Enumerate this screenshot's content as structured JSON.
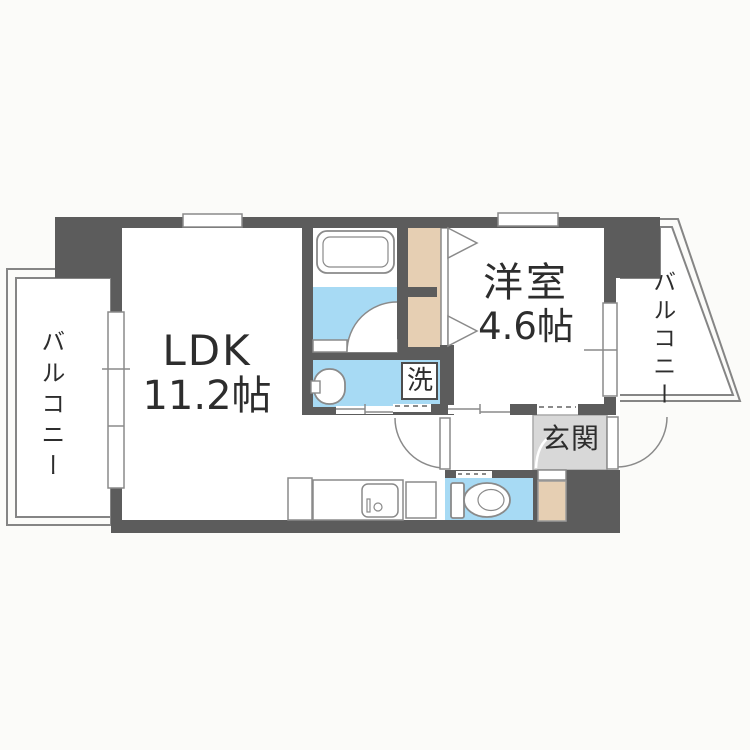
{
  "plan": {
    "rooms": {
      "ldk": {
        "name": "LDK",
        "size": "11.2帖"
      },
      "western_room": {
        "name": "洋室",
        "size": "4.6帖"
      },
      "balcony_left": {
        "name": "バルコニー"
      },
      "balcony_right": {
        "name": "バルコニー"
      },
      "entrance": {
        "name": "玄関"
      },
      "laundry": {
        "name": "洗"
      }
    },
    "colors": {
      "wall": "#5c5c5c",
      "water_area": "#a7daf4",
      "closet_tan": "#e6cfb3",
      "entrance_gray": "#d8d8d8",
      "line": "#858585",
      "fixture_line": "#8a8a8a",
      "text": "#2d2d2d",
      "floor": "#ffffff",
      "background": "#fbfbf9"
    }
  }
}
